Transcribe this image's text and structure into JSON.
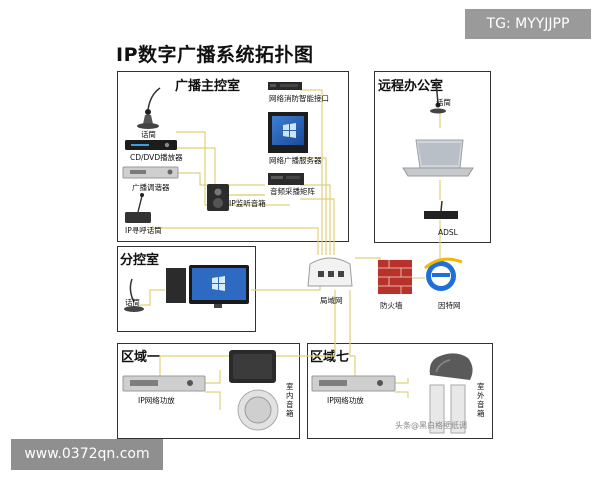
{
  "badges": {
    "tg": "TG: MYYJJPP",
    "url": "www.0372qn.com"
  },
  "title": "IP数字广播系统拓扑图",
  "regions": {
    "main": "广播主控室",
    "remote": "远程办公室",
    "branch": "分控室",
    "zone1": "区域一",
    "zone7": "区域七"
  },
  "labels": {
    "mic_main": "话筒",
    "cd_player": "CD/DVD播放器",
    "tuner": "广播调谐器",
    "fire_interface": "网络消防智能接口",
    "server": "网络广播服务器",
    "matrix": "音频采播矩阵",
    "monitor_speaker": "IP监听音箱",
    "ip_paging": "IP寻呼话筒",
    "mic_remote": "话筒",
    "adsl": "ADSL",
    "mic_branch": "话筒",
    "lan": "局域网",
    "firewall": "防火墙",
    "internet": "因特网",
    "amp_zone1": "IP网络功放",
    "indoor_speaker": "室内音箱",
    "amp_zone7": "IP网络功放",
    "outdoor_speaker": "室外音箱"
  },
  "watermark": "头条@黑白格壁纸调",
  "colors": {
    "cable": "#e0d07a",
    "ethernet": "#8a8a8a",
    "firewall": "#c0392b",
    "ie_blue": "#1e6fd9"
  }
}
